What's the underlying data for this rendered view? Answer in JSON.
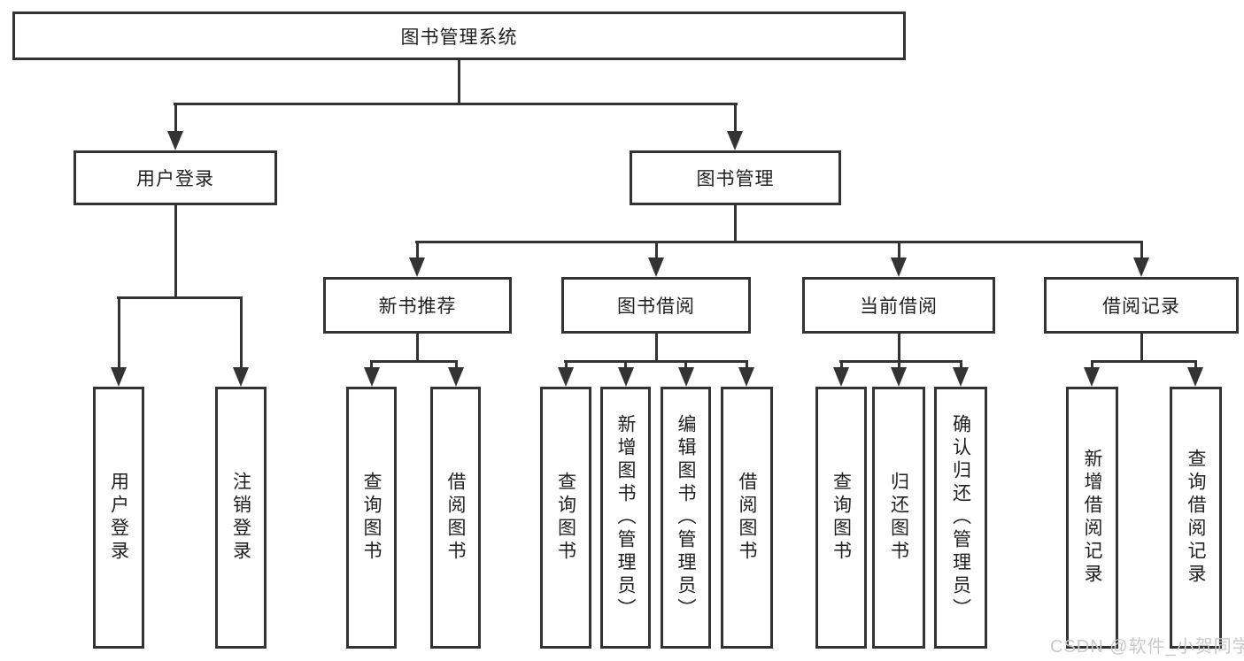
{
  "watermark": "CSDN @软件_小贺同学",
  "colors": {
    "line": "#333333",
    "box_background": "#ffffff",
    "text": "#1f1f1f",
    "watermark": "#c9c9c9"
  },
  "tree": {
    "root": {
      "label": "图书管理系统"
    },
    "branches": [
      {
        "label": "用户登录",
        "children": [
          {
            "label": "用户登录"
          },
          {
            "label": "注销登录"
          }
        ]
      },
      {
        "label": "图书管理",
        "children": [
          {
            "label": "新书推荐",
            "children": [
              {
                "label": "查询图书"
              },
              {
                "label": "借阅图书"
              }
            ]
          },
          {
            "label": "图书借阅",
            "children": [
              {
                "label": "查询图书"
              },
              {
                "label": "新增图书（管理员）"
              },
              {
                "label": "编辑图书（管理员）"
              },
              {
                "label": "借阅图书"
              }
            ]
          },
          {
            "label": "当前借阅",
            "children": [
              {
                "label": "查询图书"
              },
              {
                "label": "归还图书"
              },
              {
                "label": "确认归还（管理员）"
              }
            ]
          },
          {
            "label": "借阅记录",
            "children": [
              {
                "label": "新增借阅记录"
              },
              {
                "label": "查询借阅记录"
              }
            ]
          }
        ]
      }
    ]
  }
}
